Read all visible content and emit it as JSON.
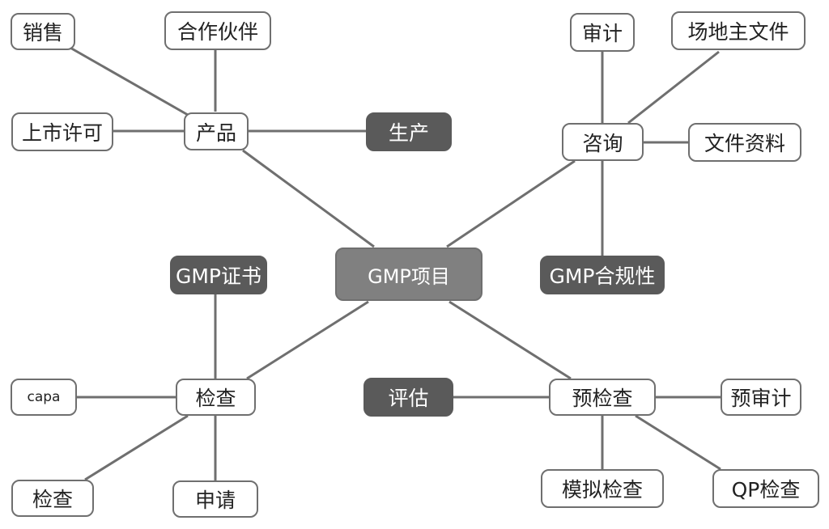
{
  "nodes": {
    "center": "GMP项目",
    "product": "产品",
    "sales": "销售",
    "partners": "合作伙伴",
    "license": "上市许可",
    "production": "生产",
    "consulting": "咨询",
    "audit": "审计",
    "site_master_file": "场地主文件",
    "documentation": "文件资料",
    "gmp_compliance": "GMP合规性",
    "gmp_certificate": "GMP证书",
    "inspection": "检查",
    "capa": "capa",
    "inspection_sub": "检查",
    "application": "申请",
    "evaluation": "评估",
    "pre_inspection": "预检查",
    "pre_audit": "预审计",
    "mock_inspection": "模拟检查",
    "qp_inspection": "QP检查"
  },
  "colors": {
    "line": "#6f6f6f",
    "dark_node": "#5a5a5a",
    "center_node": "#808080",
    "light_node": "#ffffff"
  }
}
